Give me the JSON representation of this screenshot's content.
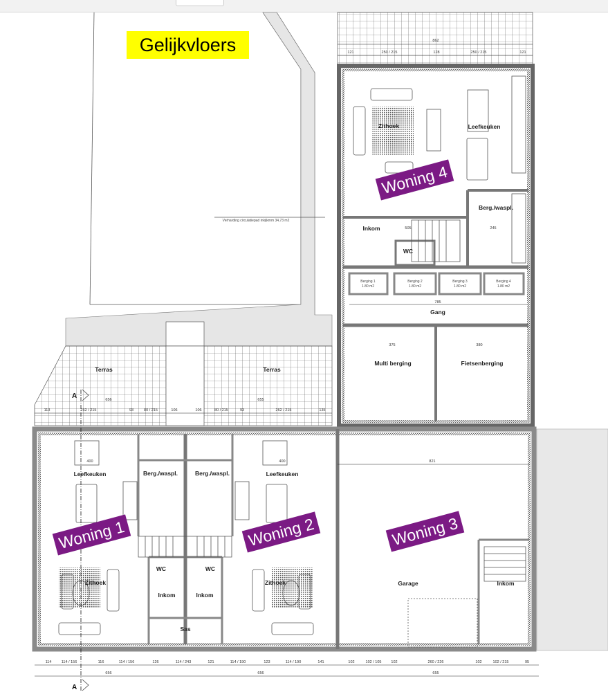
{
  "title": "Gelijkvloers",
  "colors": {
    "title_bg": "#ffff00",
    "label_bg": "#7b1a84",
    "label_text": "#ffffff",
    "wall": "#8a8a8a",
    "paving": "#e6e6e6"
  },
  "woningen": [
    "Woning 1",
    "Woning 2",
    "Woning 3",
    "Woning 4"
  ],
  "note": "Verharding circulatiepad inkijkmm 34,73 m2",
  "section_marker": "A",
  "woning4": {
    "zithoek": "Zithoek",
    "leefkeuken": "Leefkeuken",
    "inkom": "Inkom",
    "wc": "WC",
    "berg": "Berg./waspl."
  },
  "common": {
    "bergingen": [
      {
        "name": "Berging 1",
        "area": "1.80 m2"
      },
      {
        "name": "Berging 2",
        "area": "1.80 m2"
      },
      {
        "name": "Berging 3",
        "area": "1.80 m2"
      },
      {
        "name": "Berging 4",
        "area": "1.80 m2"
      }
    ],
    "gang": "Gang",
    "multi_berging": "Multi berging",
    "fietsenberging": "Fietsenberging"
  },
  "terras": [
    "Terras",
    "Terras"
  ],
  "woning1": {
    "leefkeuken": "Leefkeuken",
    "berg": "Berg./waspl.",
    "wc": "WC",
    "inkom": "Inkom",
    "zithoek": "Zithoek"
  },
  "woning2": {
    "leefkeuken": "Leefkeuken",
    "berg": "Berg./waspl.",
    "wc": "WC",
    "inkom": "Inkom",
    "zithoek": "Zithoek"
  },
  "sas": "Sas",
  "woning3": {
    "garage": "Garage",
    "inkom": "Inkom"
  },
  "dimensions": {
    "top_total": "862",
    "top": [
      "121",
      "250 / 215",
      "128",
      "250 / 215",
      "121"
    ],
    "terras": [
      "113",
      "262 / 215",
      "93",
      "80 / 215",
      "106",
      "106",
      "80 / 215",
      "93",
      "262 / 215",
      "135"
    ],
    "terras_width": [
      "656",
      "655"
    ],
    "bottom": [
      "114",
      "114 / 156",
      "116",
      "114 / 156",
      "126",
      "114 / 243",
      "121",
      "114 / 190",
      "123",
      "114 / 190",
      "141",
      "102",
      "102 / 105",
      "102",
      "260 / 226",
      "102",
      "102 / 215",
      "95"
    ],
    "bottom_totals": [
      "656",
      "656",
      "655"
    ],
    "misc": [
      "400",
      "400",
      "821",
      "785",
      "375",
      "380",
      "505",
      "245"
    ]
  }
}
